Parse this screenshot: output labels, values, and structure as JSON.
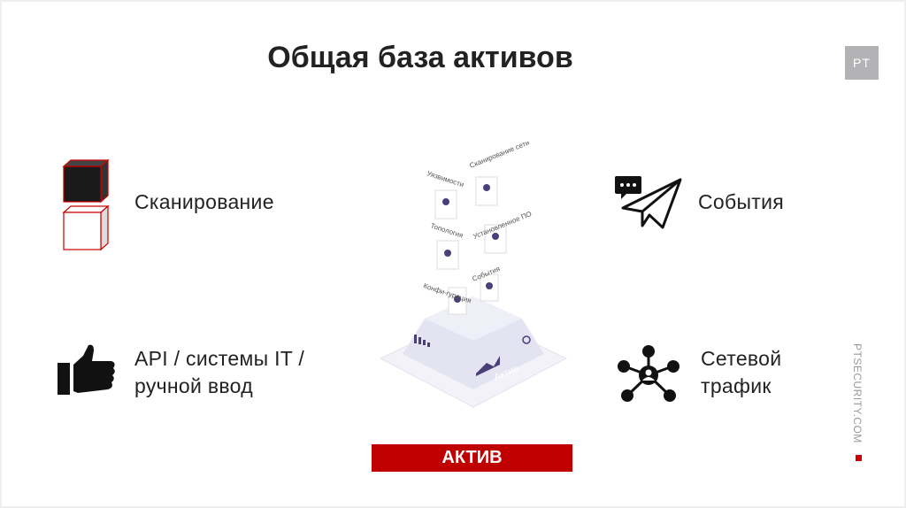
{
  "title": "Общая база активов",
  "logo": "PT",
  "site": "PTSECURITY.COM",
  "items": [
    {
      "label": "Сканирование",
      "icon": "cubes-icon"
    },
    {
      "label": "События",
      "icon": "paper-plane-chat-icon"
    },
    {
      "label": "API / системы IT / ручной ввод",
      "line1": "API / системы IT /",
      "line2": "ручной ввод",
      "icon": "thumbs-up-icon"
    },
    {
      "label": "Сетевой трафик",
      "line1": "Сетевой",
      "line2": "трафик",
      "icon": "network-nodes-icon"
    }
  ],
  "illustration": {
    "cards": [
      "Уязвимости",
      "Сканирование сети",
      "Топология",
      "Установленное ПО",
      "Конфи-гурация",
      "События"
    ],
    "base_label": "Актив"
  },
  "bar_label": "АКТИВ",
  "colors": {
    "accent": "#c00000",
    "illustration": "#4b3f7a"
  }
}
